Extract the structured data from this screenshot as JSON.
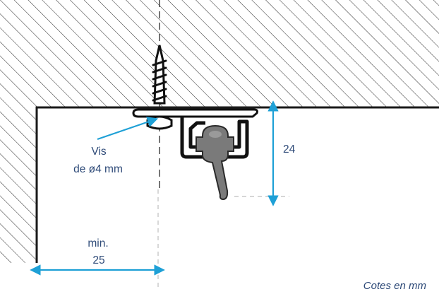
{
  "labels": {
    "screw_line1": "Vis",
    "screw_line2": "de ø4 mm",
    "height_dim": "24",
    "min_line1": "min.",
    "min_line2": "25",
    "units_note": "Cotes en mm"
  },
  "colors": {
    "text": "#2e4a78",
    "dimension": "#1ea0d6",
    "structure": "#1a1a1a",
    "rail": "#111111",
    "glider": "#7a7a7a",
    "guide": "#bdbdbd"
  }
}
